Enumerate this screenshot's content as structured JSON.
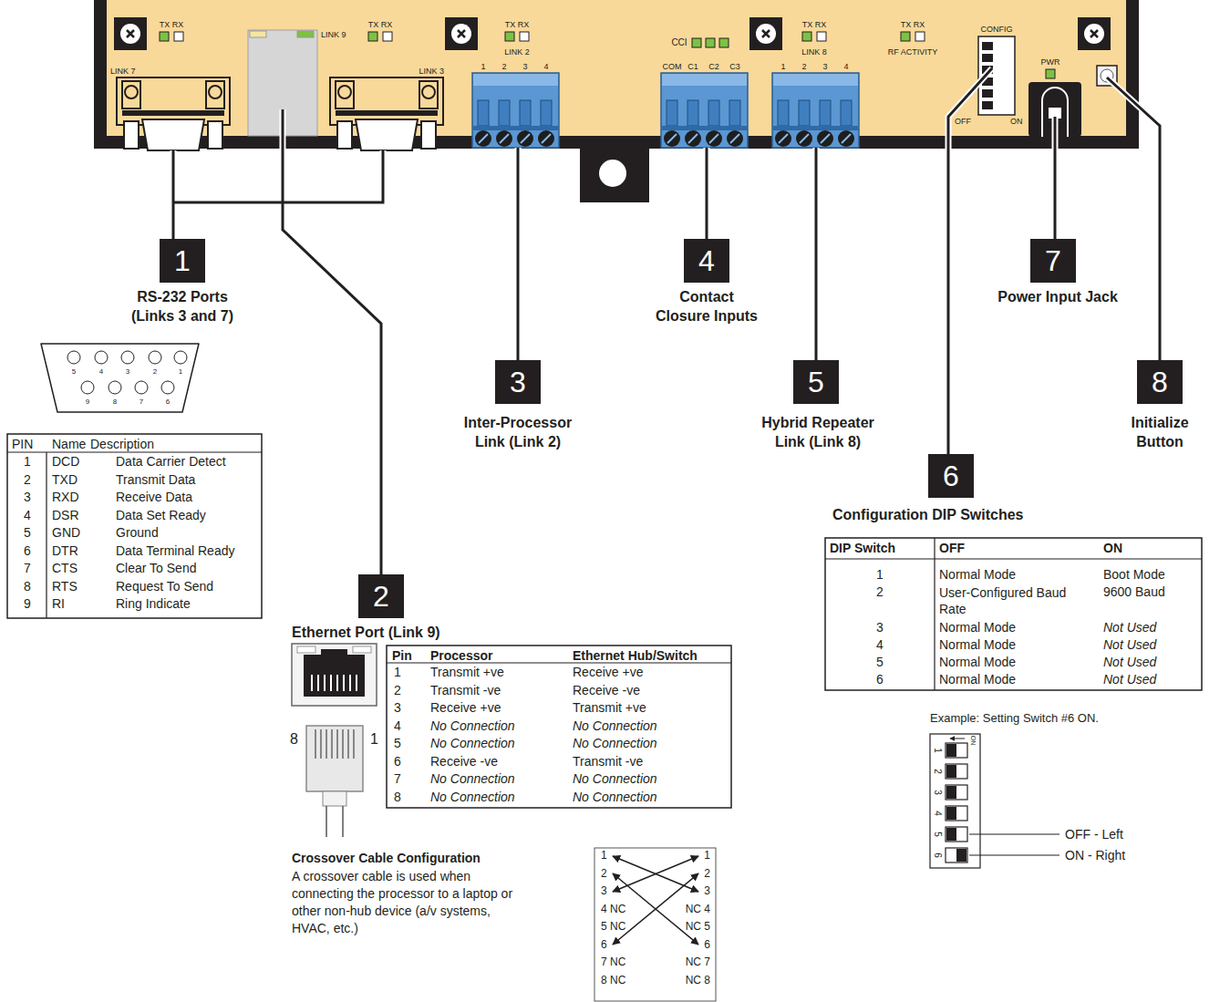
{
  "diagram": {
    "nodes": [
      {
        "text": [
          "1",
          "RS-232 Ports (Links 3 and 7)"
        ]
      },
      {
        "text": [
          "2",
          "Ethernet Port (Link 9)"
        ]
      },
      {
        "text": [
          "3",
          "Inter-Processor Link (Link 2)"
        ]
      },
      {
        "text": [
          "4",
          "Contact Closure Inputs"
        ]
      },
      {
        "text": [
          "5",
          "Hybrid Repeater Link (Link 8)"
        ]
      },
      {
        "text": [
          "6",
          "Configuration DIP Switches"
        ]
      },
      {
        "text": [
          "7",
          "Power Input Jack"
        ]
      },
      {
        "text": [
          "8",
          "Initialize Button"
        ]
      }
    ],
    "labels": [
      "TX RX",
      "LINK 7",
      "LINK 9",
      "TX RX",
      "LINK 3",
      "TX RX",
      "LINK 2",
      "1",
      "2",
      "3",
      "4",
      "CCI",
      "COM",
      "C1",
      "C2",
      "C3",
      "TX RX",
      "LINK 8",
      "1",
      "2",
      "3",
      "4",
      "TX RX",
      "RF ACTIVITY",
      "CONFIG",
      "OFF",
      "ON",
      "PWR",
      "5",
      "4",
      "3",
      "2",
      "1",
      "9",
      "8",
      "7",
      "6",
      "PIN",
      "Name",
      "Description",
      "1",
      "DCD",
      "Data Carrier Detect",
      "2",
      "TXD",
      "Transmit Data",
      "3",
      "RXD",
      "Receive Data",
      "4",
      "DSR",
      "Data Set Ready",
      "5",
      "GND",
      "Ground",
      "6",
      "DTR",
      "Data Terminal Ready",
      "7",
      "CTS",
      "Clear To Send",
      "8",
      "RTS",
      "Request To Send",
      "9",
      "RI",
      "Ring Indicate",
      "Pin",
      "Processor",
      "Ethernet Hub/Switch",
      "1",
      "Transmit +ve",
      "Receive +ve",
      "2",
      "Transmit -ve",
      "Receive -ve",
      "3",
      "Receive +ve",
      "Transmit +ve",
      "4",
      "No Connection",
      "No Connection",
      "5",
      "No Connection",
      "No Connection",
      "6",
      "Receive -ve",
      "Transmit -ve",
      "7",
      "No Connection",
      "No Connection",
      "8",
      "No Connection",
      "No Connection",
      "8",
      "1",
      "Crossover Cable Configuration",
      "A crossover cable is used when connecting the processor to a laptop or other non-hub device (a/v systems, HVAC, etc.)",
      "1",
      "1",
      "2",
      "2",
      "3",
      "3",
      "4 NC",
      "NC 4",
      "5 NC",
      "NC 5",
      "6",
      "6",
      "7 NC",
      "NC 7",
      "8 NC",
      "NC 8",
      "DIP Switch",
      "OFF",
      "ON",
      "1",
      "Normal Mode",
      "Boot Mode",
      "2",
      "User-Configured Baud Rate",
      "9600 Baud",
      "3",
      "Normal Mode",
      "Not Used",
      "4",
      "Normal Mode",
      "Not Used",
      "5",
      "Normal Mode",
      "Not Used",
      "6",
      "Normal Mode",
      "Not Used",
      "Example: Setting Switch #6 ON.",
      "ON",
      "1",
      "2",
      "3",
      "4",
      "5",
      "6",
      "OFF - Left",
      "ON - Right"
    ]
  }
}
